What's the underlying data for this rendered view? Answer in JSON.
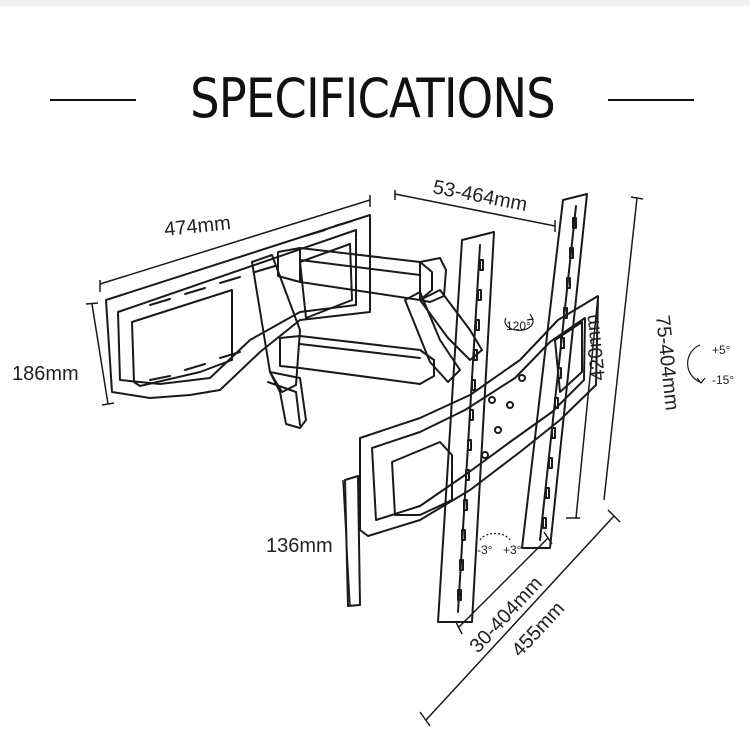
{
  "header": {
    "title": "SPECIFICATIONS"
  },
  "dimensions": {
    "arm_extension": "53-464mm",
    "wall_plate_width": "474mm",
    "wall_plate_height": "186mm",
    "vesa_vertical": "420mm",
    "vesa_horizontal_range": "75-404mm",
    "tilt_up": "+5°",
    "tilt_down": "-15°",
    "swivel": "120°",
    "bracket_height": "136mm",
    "rotate_left": "-3°",
    "rotate_right": "+3°",
    "vesa_range": "30-404mm",
    "overall_width": "455mm"
  }
}
